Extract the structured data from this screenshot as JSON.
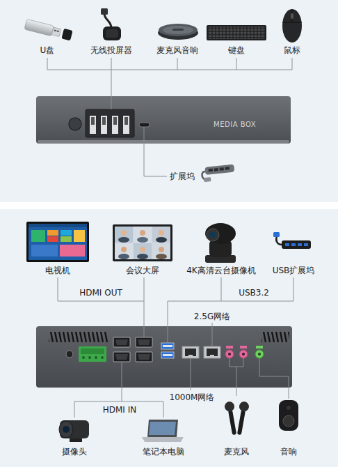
{
  "diagram": {
    "nodes": [
      {
        "text": [
          "MEDIA BOX"
        ]
      }
    ],
    "labels": [
      "U盘",
      "无线投屏器",
      "麦克风音响",
      "键盘",
      "鼠标",
      "扩展坞",
      "电视机",
      "会议大屏",
      "4K高清云台摄像机",
      "USB扩展坞",
      "HDMI OUT",
      "USB3.2",
      "2.5G网络",
      "1000M网络",
      "HDMI IN",
      "摄像头",
      "笔记本电脑",
      "麦克风",
      "音响"
    ]
  }
}
